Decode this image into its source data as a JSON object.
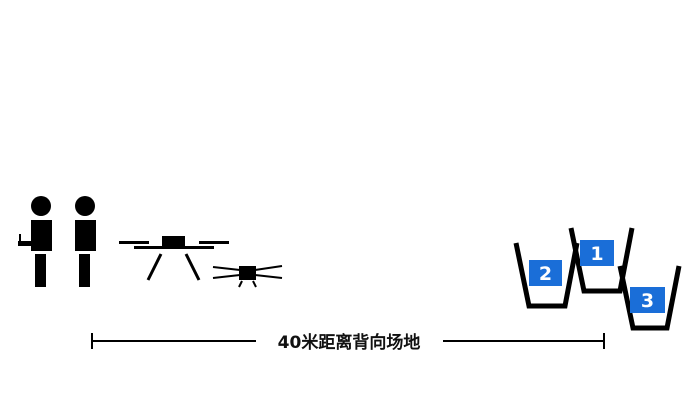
{
  "distance_label": "40米距离背向场地",
  "buckets": [
    {
      "number": "2"
    },
    {
      "number": "1"
    },
    {
      "number": "3"
    }
  ],
  "colors": {
    "ink": "#000000",
    "badge": "#1a6ed8",
    "badge_text": "#ffffff",
    "background": "#ffffff"
  },
  "icons": [
    "person-icon",
    "person-with-controller-icon",
    "large-drone-icon",
    "small-drone-icon",
    "bucket-icon"
  ]
}
